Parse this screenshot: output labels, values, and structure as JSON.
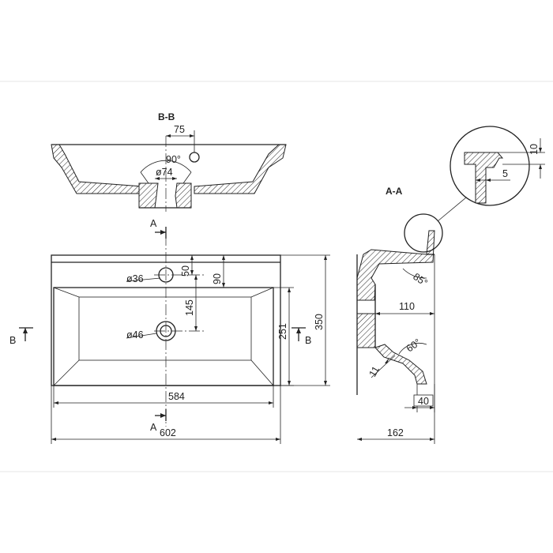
{
  "section_labels": {
    "bb_title": "B-B",
    "aa_title": "A-A",
    "cut_a_top": "A",
    "cut_a_bottom": "A",
    "cut_b_left": "B",
    "cut_b_right": "B"
  },
  "dimensions": {
    "tap_hole_offset": "75",
    "tap_angle": "90°",
    "drain_dia_section": "ø74",
    "tap_hole_dia": "ø36",
    "tap_to_back": "50",
    "rim_depth": "90",
    "tap_to_drain": "145",
    "drain_dia": "ø46",
    "bowl_length": "584",
    "overall_width": "602",
    "bowl_depth": "251",
    "overall_depth": "350",
    "detail_top": "10",
    "detail_side": "5",
    "back_angle": "85°",
    "profile_depth": "110",
    "front_angle": "60°",
    "wall_thickness": "11",
    "front_lip": "40",
    "overall_height": "162"
  }
}
